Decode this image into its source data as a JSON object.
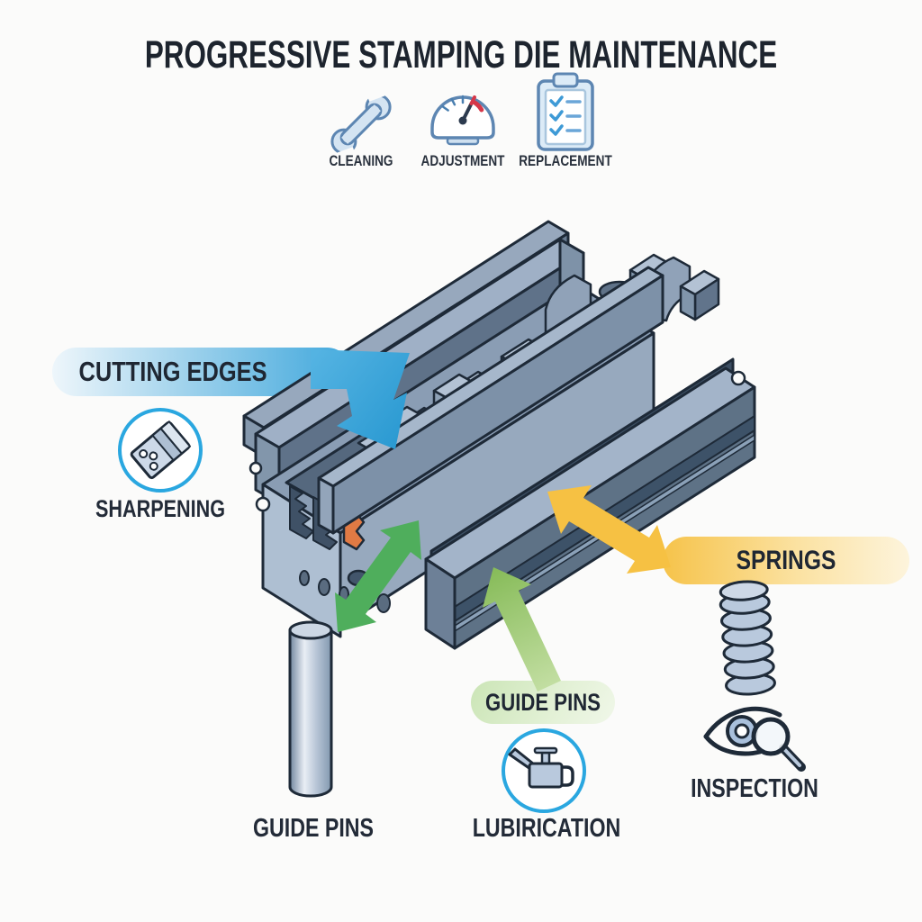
{
  "title": "PROGRESSIVE STAMPING DIE MAINTENANCE",
  "legend": {
    "items": [
      {
        "label": "CLEANING",
        "icon": "wrench-icon"
      },
      {
        "label": "ADJUSTMENT",
        "icon": "gauge-icon"
      },
      {
        "label": "REPLACEMENT",
        "icon": "clipboard-icon"
      }
    ]
  },
  "callouts": {
    "cutting_edges": {
      "label": "CUTTING EDGES",
      "arrow_color": "#3fa7dc"
    },
    "springs": {
      "label": "SPRINGS",
      "arrow_color": "#f6c143"
    },
    "guide_pins": {
      "label": "GUIDE PINS",
      "arrow_color": "#97c468"
    }
  },
  "annotations": {
    "sharpening": {
      "label": "SHARPENING",
      "icon": "sharpener-icon"
    },
    "guide_pins": {
      "label": "GUIDE PINS",
      "icon": "guide-pin-illustration"
    },
    "lubrication": {
      "label": "LUBIRICATION",
      "icon": "oil-can-icon"
    },
    "inspection": {
      "label": "INSPECTION",
      "icon": "eye-magnifier-icon"
    }
  },
  "colors": {
    "background": "#fbfbfa",
    "text": "#232b38",
    "outline": "#1e2a38",
    "accent_blue": "#3fa7dc",
    "accent_yellow": "#f6c143",
    "accent_green": "#4fae5c",
    "accent_light_green": "#97c468",
    "strip_orange": "#e8824e",
    "die_gray_light": "#a3b4c9",
    "die_gray_dark": "#4f6379",
    "icon_stroke_blue": "#5d86b2",
    "icon_fill_blue": "#d4e4f2",
    "ring_blue": "#2aa7e0",
    "gauge_red": "#d63748"
  }
}
